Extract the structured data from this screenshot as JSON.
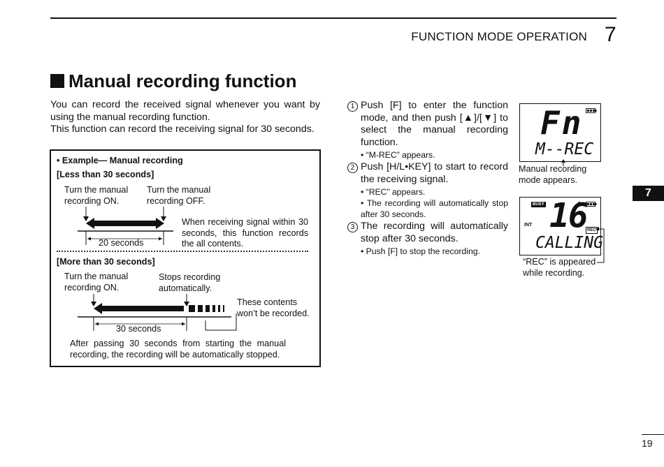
{
  "header": {
    "chapter_title": "FUNCTION MODE OPERATION",
    "chapter_number": "7"
  },
  "side_tab": "7",
  "section": {
    "title": "Manual recording function",
    "intro_1": "You can record the received signal whenever you want by using the manual recording function.",
    "intro_2": "This function can record the receiving signal for 30 seconds."
  },
  "example": {
    "heading": "• Example— Manual recording",
    "case1_title": "[Less than 30 seconds]",
    "case1_on": "Turn the manual\nrecording ON.",
    "case1_off": "Turn the manual\nrecording OFF.",
    "case1_note": "When receiving signal within 30 seconds, this function records the all contents.",
    "case1_duration": "20 seconds",
    "case2_title": "[More than 30 seconds]",
    "case2_on": "Turn the manual\nrecording ON.",
    "case2_stop": "Stops recording\nautomatically.",
    "case2_note": "These contents\nwon’t be recorded.",
    "case2_duration": "30 seconds",
    "case2_after": "After passing 30 seconds from starting the manual recording, the recording will be automatically stopped."
  },
  "steps": [
    {
      "num": "1",
      "text": "Push [F] to enter the function mode, and then push [▲]/[▼] to select the manual recording function.",
      "bullets": [
        "• “M-REC” appears."
      ]
    },
    {
      "num": "2",
      "text": "Push [H/L•KEY] to start to record the receiving signal.",
      "bullets": [
        "• “REC” appears.",
        "• The recording will automatically stop after 30 seconds."
      ]
    },
    {
      "num": "3",
      "text": "The recording will automatically stop after 30 seconds.",
      "bullets": [
        "• Push [F] to stop the recording."
      ]
    }
  ],
  "display1": {
    "big": "Fn",
    "small": "M--REC",
    "caption": "Manual recording\nmode appears."
  },
  "display2": {
    "busy": "BUSY",
    "int": "INT",
    "channel": "16",
    "rec": "REC",
    "small": "CALLING",
    "caption": "“REC” is appeared\nwhile recording."
  },
  "page_number": "19"
}
